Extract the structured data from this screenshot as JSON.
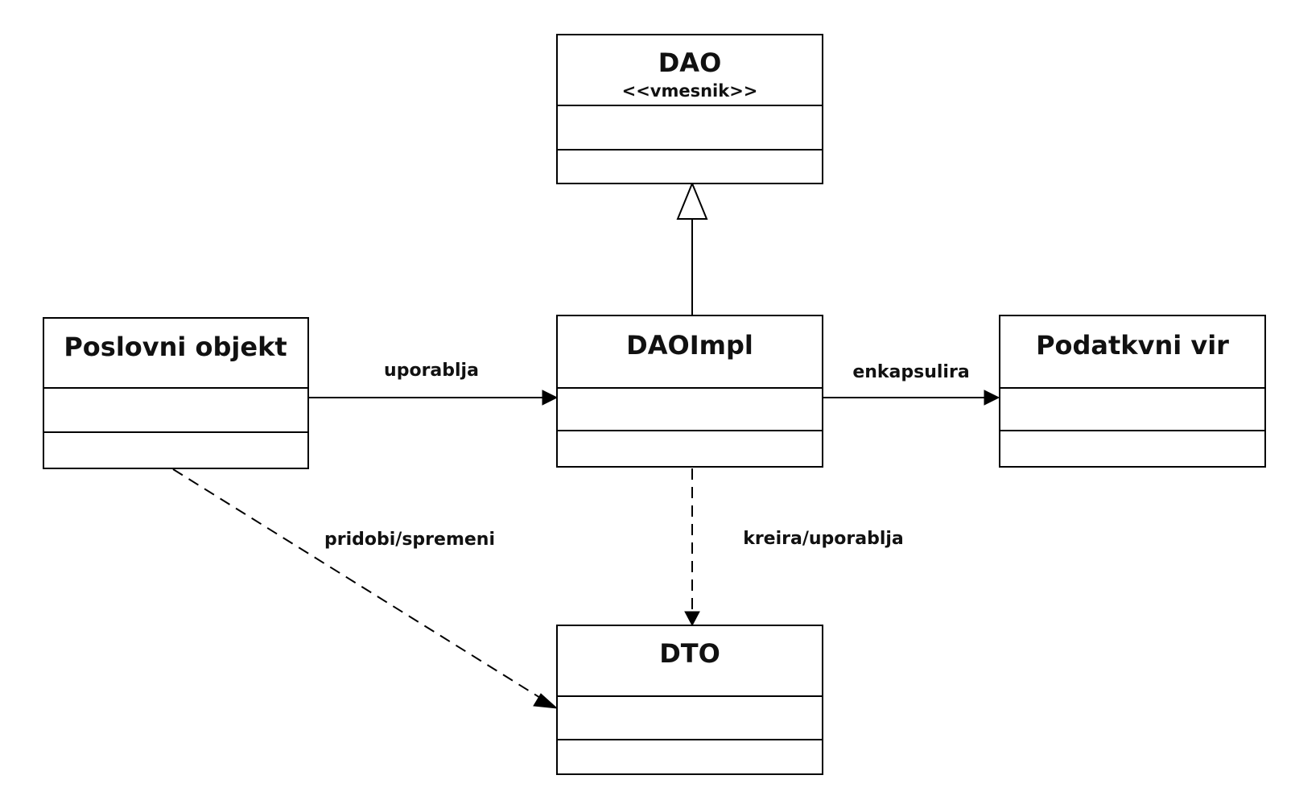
{
  "classes": {
    "dao": {
      "name": "DAO",
      "stereotype": "<<vmesnik>>"
    },
    "dao_impl": {
      "name": "DAOImpl"
    },
    "poslovni_objekt": {
      "name": "Poslovni objekt"
    },
    "podatkovni_vir": {
      "name": "Podatkvni vir"
    },
    "dto": {
      "name": "DTO"
    }
  },
  "relations": {
    "uses": {
      "label": "uporablja",
      "type": "association"
    },
    "encapsulates": {
      "label": "enkapsulira",
      "type": "association"
    },
    "get_set": {
      "label": "pridobi/spremeni",
      "type": "dependency"
    },
    "create_use": {
      "label": "kreira/uporablja",
      "type": "dependency"
    },
    "implements": {
      "label": "",
      "type": "realization"
    }
  }
}
